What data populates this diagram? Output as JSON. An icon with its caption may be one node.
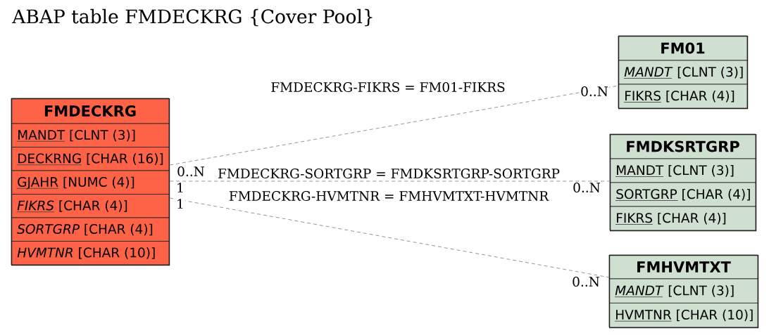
{
  "diagram": {
    "title": "ABAP table FMDECKRG {Cover Pool}",
    "nodes": [
      {
        "text": [
          "FMDECKRG",
          "MANDT [CLNT (3)]",
          "DECKRNG [CHAR (16)]",
          "GJAHR [NUMC (4)]",
          "*FIKRS* [CHAR (4)]",
          "*SORTGRP* [CHAR (4)]",
          "*HVMTNR* [CHAR (10)]"
        ]
      },
      {
        "text": [
          "FM01",
          "*MANDT* [CLNT (3)]",
          "FIKRS [CHAR (4)]"
        ]
      },
      {
        "text": [
          "FMDKSRTGRP",
          "MANDT [CLNT (3)]",
          "SORTGRP [CHAR (4)]",
          "FIKRS [CHAR (4)]"
        ]
      },
      {
        "text": [
          "FMHVMTXT",
          "*MANDT* [CLNT (3)]",
          "HVMTNR [CHAR (10)]"
        ]
      }
    ],
    "edges": [
      {
        "from": 0,
        "to": 1,
        "arrow": "none",
        "label": "FMDECKRG-FIKRS = FM01-FIKRS",
        "style": "dashed"
      },
      {
        "from": 0,
        "to": 2,
        "arrow": "none",
        "label": "FMDECKRG-SORTGRP = FMDKSRTGRP-SORTGRP",
        "style": "dashed"
      },
      {
        "from": 0,
        "to": 3,
        "arrow": "none",
        "label": "FMDECKRG-HVMTNR = FMHVMTXT-HVMTNR",
        "style": "dashed"
      }
    ],
    "labels": [
      "0..N",
      "0..N",
      "1",
      "0..N",
      "1",
      "0..N"
    ]
  }
}
